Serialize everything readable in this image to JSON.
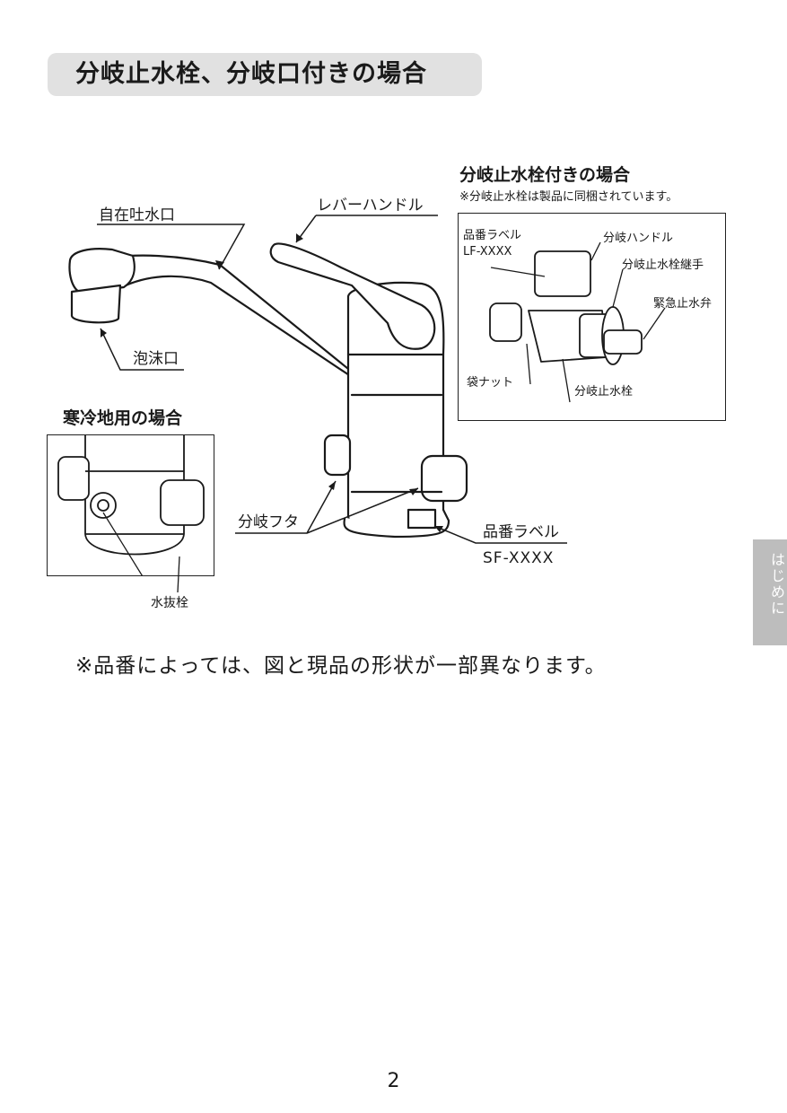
{
  "title": "分岐止水栓、分岐口付きの場合",
  "main_labels": {
    "spout": "自在吐水口",
    "lever": "レバーハンドル",
    "aerator": "泡沫口",
    "branch_cap": "分岐フタ",
    "product_label": "品番ラベル",
    "product_code": "SF-XXXX"
  },
  "branch_valve": {
    "heading": "分岐止水栓付きの場合",
    "note": "※分岐止水栓は製品に同梱されています。",
    "product_label": "品番ラベル",
    "product_code": "LF-XXXX",
    "handle": "分岐ハンドル",
    "joint": "分岐止水栓継手",
    "emergency_valve": "緊急止水弁",
    "nut": "袋ナット",
    "valve": "分岐止水栓"
  },
  "cold_region": {
    "heading": "寒冷地用の場合",
    "drain_plug": "水抜栓"
  },
  "footnote": "※品番によっては、図と現品の形状が一部異なります。",
  "side_tab": "はじめに",
  "page_number": "2"
}
